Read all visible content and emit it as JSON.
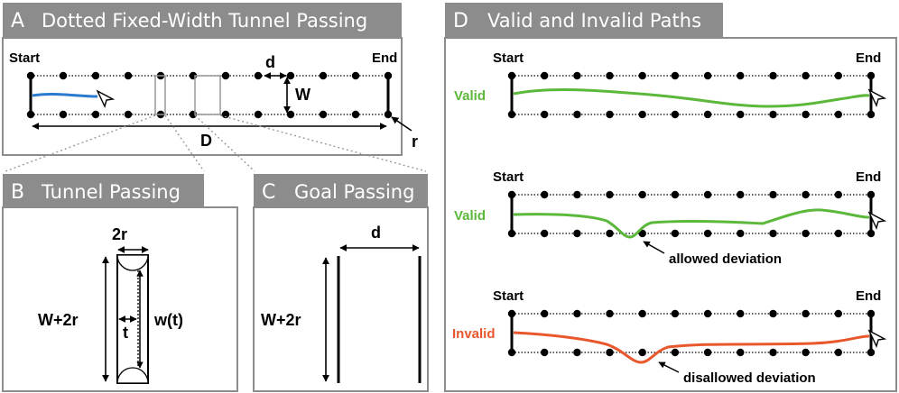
{
  "colors": {
    "header_bg": "#8c8c8c",
    "panel_border": "#8c8c8c",
    "path_blue": "#2a7bd0",
    "path_green": "#5cb83b",
    "path_red": "#e8582c"
  },
  "panel_a": {
    "letter": "A",
    "title": "Dotted Fixed-Width Tunnel Passing",
    "start": "Start",
    "end": "End",
    "d": "d",
    "w": "W",
    "big_d": "D",
    "r": "r"
  },
  "panel_b": {
    "letter": "B",
    "title": "Tunnel Passing",
    "two_r": "2r",
    "w_plus_2r": "W+2r",
    "t": "t",
    "wt": "w(t)"
  },
  "panel_c": {
    "letter": "C",
    "title": "Goal Passing",
    "d": "d",
    "w_plus_2r": "W+2r"
  },
  "panel_d": {
    "letter": "D",
    "title": "Valid and Invalid Paths",
    "rows": [
      {
        "start": "Start",
        "end": "End",
        "status": "Valid",
        "annotation": ""
      },
      {
        "start": "Start",
        "end": "End",
        "status": "Valid",
        "annotation": "allowed deviation"
      },
      {
        "start": "Start",
        "end": "End",
        "status": "Invalid",
        "annotation": "disallowed deviation"
      }
    ]
  }
}
